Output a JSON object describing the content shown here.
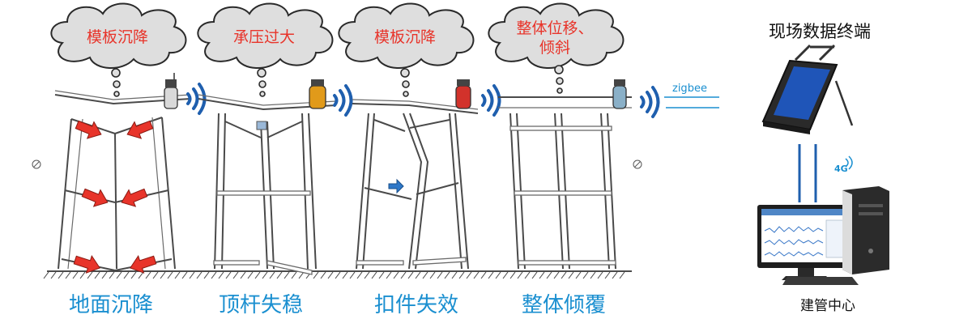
{
  "clouds": [
    {
      "lines": [
        "模板沉降"
      ]
    },
    {
      "lines": [
        "承压过大"
      ]
    },
    {
      "lines": [
        "模板沉降"
      ]
    },
    {
      "lines": [
        "整体位移、",
        "倾斜"
      ]
    }
  ],
  "captions": [
    "地面沉降",
    "顶杆失稳",
    "扣件失效",
    "整体倾覆"
  ],
  "terminal_title": "现场数据终端",
  "center_label": "建管中心",
  "zigbee_label": "zigbee",
  "network_label": "4G",
  "colors": {
    "cloud_text": "#e8342a",
    "caption": "#1a8fd0",
    "signal": "#1f5fae",
    "arrow": "#e8342a"
  }
}
